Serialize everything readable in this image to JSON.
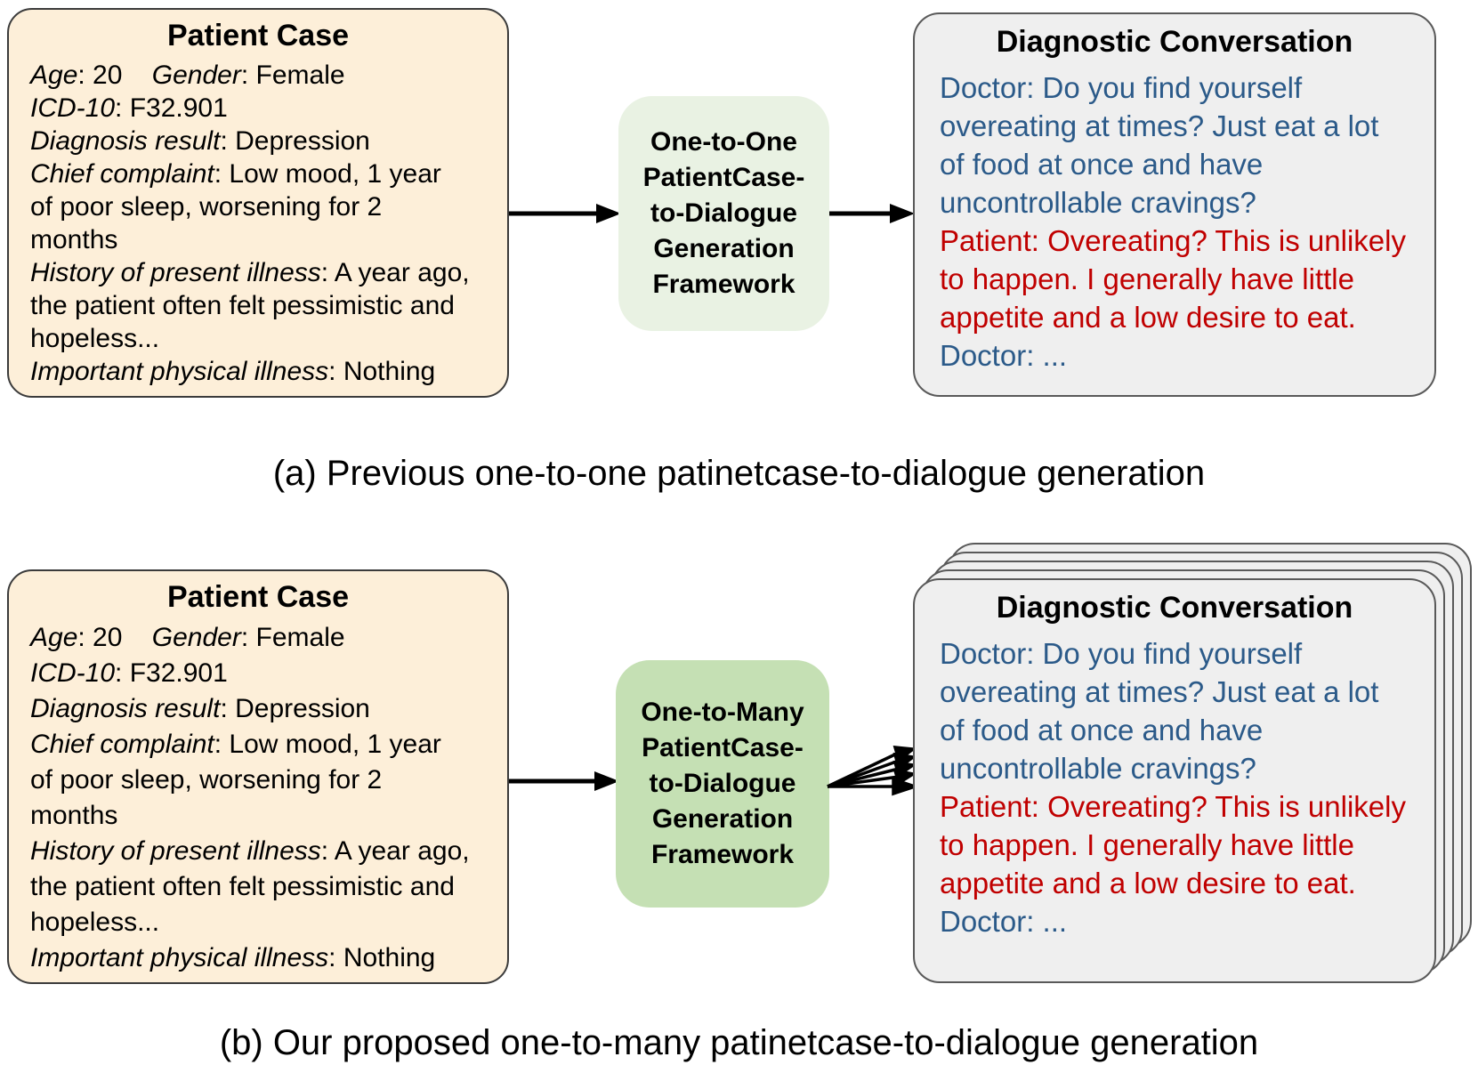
{
  "colors": {
    "patient_case_bg": "#FDEFD9",
    "framework_one_to_one_bg": "#E9F2E3",
    "framework_one_to_many_bg": "#C5E0B4",
    "conversation_bg": "#EFEFEF",
    "doctor_text": "#2B5A89",
    "patient_text": "#C00000",
    "arrow": "#000000"
  },
  "panel_a": {
    "patient_case": {
      "title": "Patient Case",
      "lines": [
        {
          "parts": [
            {
              "t": "Age",
              "i": true
            },
            {
              "t": ": 20    ",
              "i": false
            },
            {
              "t": "Gender",
              "i": true
            },
            {
              "t": ": Female",
              "i": false
            }
          ]
        },
        {
          "parts": [
            {
              "t": "ICD-10",
              "i": true
            },
            {
              "t": ": F32.901",
              "i": false
            }
          ]
        },
        {
          "parts": [
            {
              "t": "Diagnosis result",
              "i": true
            },
            {
              "t": ": Depression",
              "i": false
            }
          ]
        },
        {
          "parts": [
            {
              "t": "Chief complaint",
              "i": true
            },
            {
              "t": ": Low mood, 1 year",
              "i": false
            }
          ]
        },
        {
          "parts": [
            {
              "t": "of poor sleep, worsening for 2",
              "i": false
            }
          ]
        },
        {
          "parts": [
            {
              "t": "months",
              "i": false
            }
          ]
        },
        {
          "parts": [
            {
              "t": "History of present illness",
              "i": true
            },
            {
              "t": ": A year ago,",
              "i": false
            }
          ]
        },
        {
          "parts": [
            {
              "t": "the patient often felt pessimistic and",
              "i": false
            }
          ]
        },
        {
          "parts": [
            {
              "t": "hopeless...",
              "i": false
            }
          ]
        },
        {
          "parts": [
            {
              "t": "Important physical illness",
              "i": true
            },
            {
              "t": ": Nothing",
              "i": false
            }
          ]
        }
      ]
    },
    "framework": {
      "lines": [
        "One-to-One",
        "PatientCase-",
        "to-Dialogue",
        "Generation",
        "Framework"
      ]
    },
    "conversation": {
      "title": "Diagnostic Conversation",
      "lines": [
        {
          "text": "Doctor: Do you find yourself",
          "role": "doctor"
        },
        {
          "text": "overeating at times? Just eat a lot",
          "role": "doctor"
        },
        {
          "text": "of food at once and have",
          "role": "doctor"
        },
        {
          "text": "uncontrollable cravings?",
          "role": "doctor"
        },
        {
          "text": "Patient: Overeating? This is unlikely",
          "role": "patient"
        },
        {
          "text": "to happen. I generally have little",
          "role": "patient"
        },
        {
          "text": "appetite and a low desire to eat.",
          "role": "patient"
        },
        {
          "text": "Doctor: ...",
          "role": "doctor"
        }
      ]
    },
    "caption": "(a) Previous one-to-one patinetcase-to-dialogue generation"
  },
  "panel_b": {
    "patient_case": {
      "title": "Patient Case",
      "lines": [
        {
          "parts": [
            {
              "t": "Age",
              "i": true
            },
            {
              "t": ": 20    ",
              "i": false
            },
            {
              "t": "Gender",
              "i": true
            },
            {
              "t": ": Female",
              "i": false
            }
          ]
        },
        {
          "parts": [
            {
              "t": "ICD-10",
              "i": true
            },
            {
              "t": ": F32.901",
              "i": false
            }
          ]
        },
        {
          "parts": [
            {
              "t": "Diagnosis result",
              "i": true
            },
            {
              "t": ": Depression",
              "i": false
            }
          ]
        },
        {
          "parts": [
            {
              "t": "Chief complaint",
              "i": true
            },
            {
              "t": ": Low mood, 1 year",
              "i": false
            }
          ]
        },
        {
          "parts": [
            {
              "t": "of poor sleep, worsening for 2",
              "i": false
            }
          ]
        },
        {
          "parts": [
            {
              "t": "months",
              "i": false
            }
          ]
        },
        {
          "parts": [
            {
              "t": "History of present illness",
              "i": true
            },
            {
              "t": ": A year ago,",
              "i": false
            }
          ]
        },
        {
          "parts": [
            {
              "t": "the patient often felt pessimistic and",
              "i": false
            }
          ]
        },
        {
          "parts": [
            {
              "t": "hopeless...",
              "i": false
            }
          ]
        },
        {
          "parts": [
            {
              "t": "Important physical illness",
              "i": true
            },
            {
              "t": ": Nothing",
              "i": false
            }
          ]
        }
      ]
    },
    "framework": {
      "lines": [
        "One-to-Many",
        "PatientCase-",
        "to-Dialogue",
        "Generation",
        "Framework"
      ]
    },
    "conversation": {
      "title": "Diagnostic Conversation",
      "lines": [
        {
          "text": "Doctor: Do you find yourself",
          "role": "doctor"
        },
        {
          "text": "overeating at times? Just eat a lot",
          "role": "doctor"
        },
        {
          "text": "of food at once and have",
          "role": "doctor"
        },
        {
          "text": "uncontrollable cravings?",
          "role": "doctor"
        },
        {
          "text": "Patient: Overeating? This is unlikely",
          "role": "patient"
        },
        {
          "text": "to happen. I generally have little",
          "role": "patient"
        },
        {
          "text": "appetite and a low desire to eat.",
          "role": "patient"
        },
        {
          "text": "Doctor: ...",
          "role": "doctor"
        }
      ]
    },
    "caption": "(b) Our proposed one-to-many patinetcase-to-dialogue generation"
  }
}
